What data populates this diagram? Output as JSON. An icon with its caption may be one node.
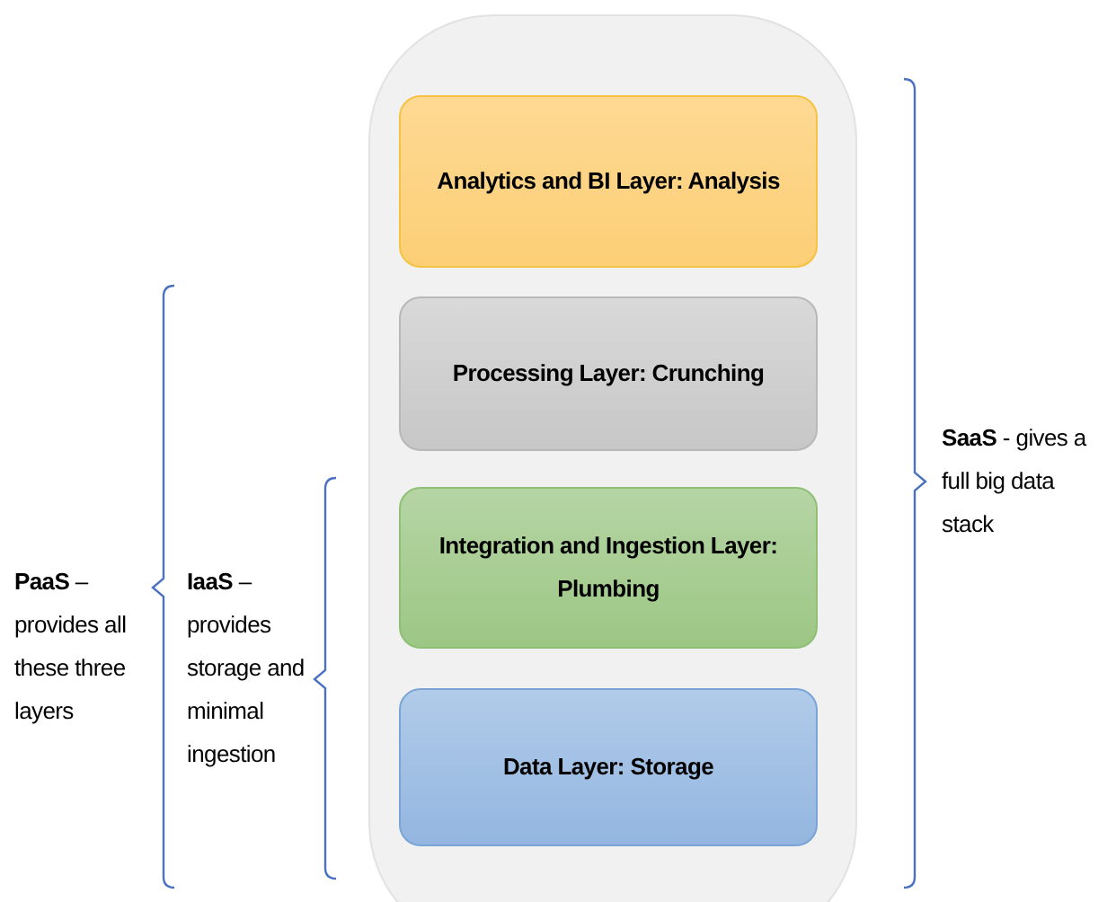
{
  "diagram": {
    "nodes": [
      {
        "text": [],
        "shape": "box"
      },
      {
        "text": [
          "Analytics and BI Layer: Analysis"
        ],
        "in": 0
      },
      {
        "text": [
          "Processing Layer: Crunching"
        ],
        "in": 0
      },
      {
        "text": [
          "Integration and Ingestion Layer: Plumbing"
        ],
        "in": 0
      },
      {
        "text": [
          "Data Layer: Storage"
        ],
        "in": 0
      }
    ],
    "edges": [],
    "labels": [
      "**PaaS** – provides all these three layers",
      "**IaaS** – provides storage and minimal ingestion",
      "**SaaS** - gives a full big data stack"
    ]
  }
}
